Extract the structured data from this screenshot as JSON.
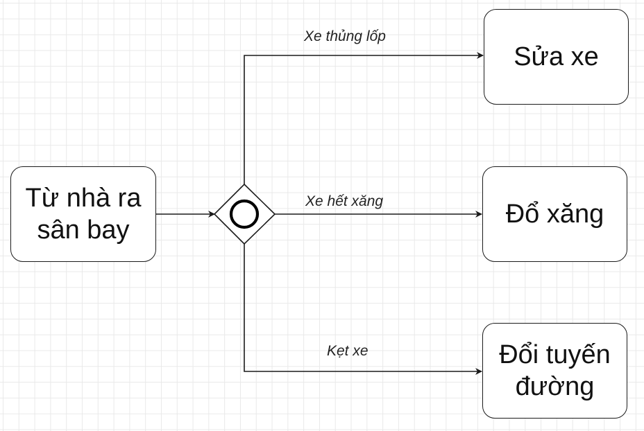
{
  "nodes": {
    "start": "Từ nhà ra\nsân bay",
    "repair": "Sửa xe",
    "refuel": "Đổ xăng",
    "reroute": "Đổi tuyến\nđường"
  },
  "edges": {
    "flat_tire": "Xe thủng lốp",
    "out_of_fuel": "Xe hết xăng",
    "traffic_jam": "Kẹt xe"
  },
  "gateway": {
    "type": "event-based / inclusive gateway"
  },
  "colors": {
    "stroke": "#1a1a1a",
    "grid": "#e9e9e9",
    "background": "#ffffff"
  }
}
